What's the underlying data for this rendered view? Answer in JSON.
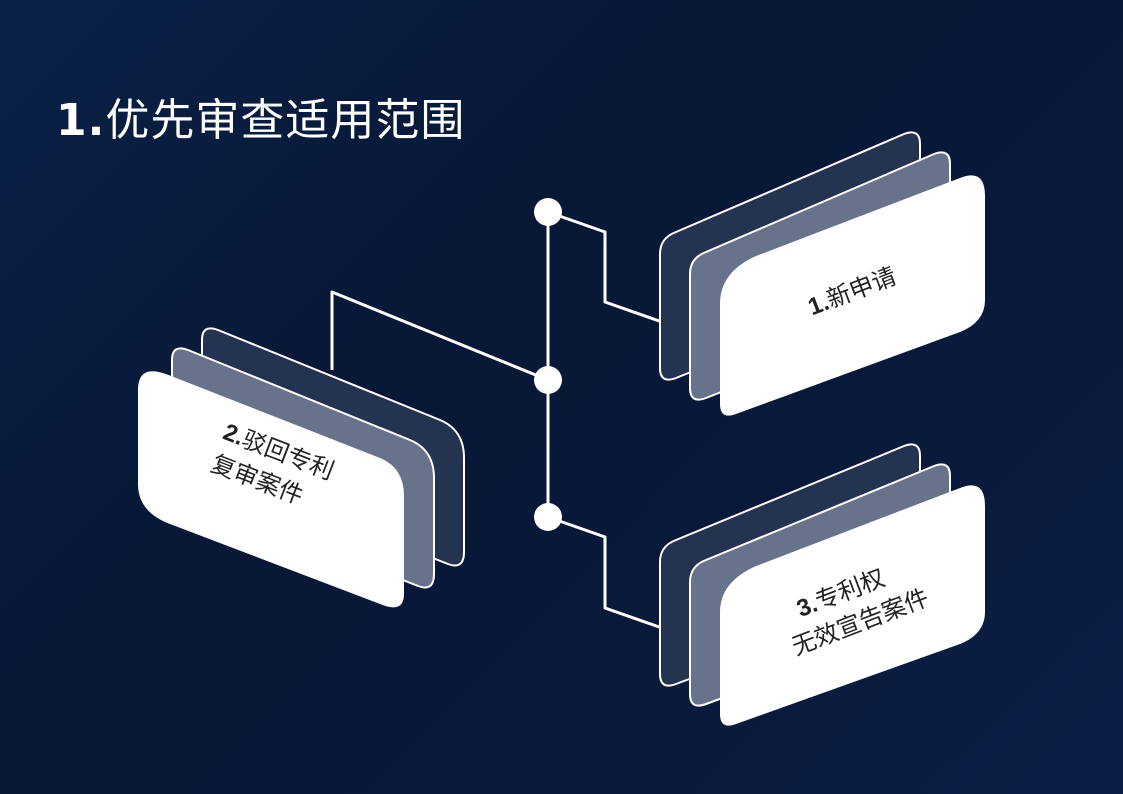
{
  "slide": {
    "title_number": "1.",
    "title_text": "优先审查适用范围"
  },
  "items": [
    {
      "number": "1.",
      "line1": "新申请",
      "line2": ""
    },
    {
      "number": "2.",
      "line1": "驳回专利",
      "line2": "复审案件"
    },
    {
      "number": "3.",
      "line1": "专利权",
      "line2": "无效宣告案件"
    }
  ],
  "colors": {
    "background": "#0a1b3d",
    "card_front": "#ffffff",
    "card_middle": "#66738a",
    "card_back": "#243350",
    "line": "#ffffff"
  }
}
